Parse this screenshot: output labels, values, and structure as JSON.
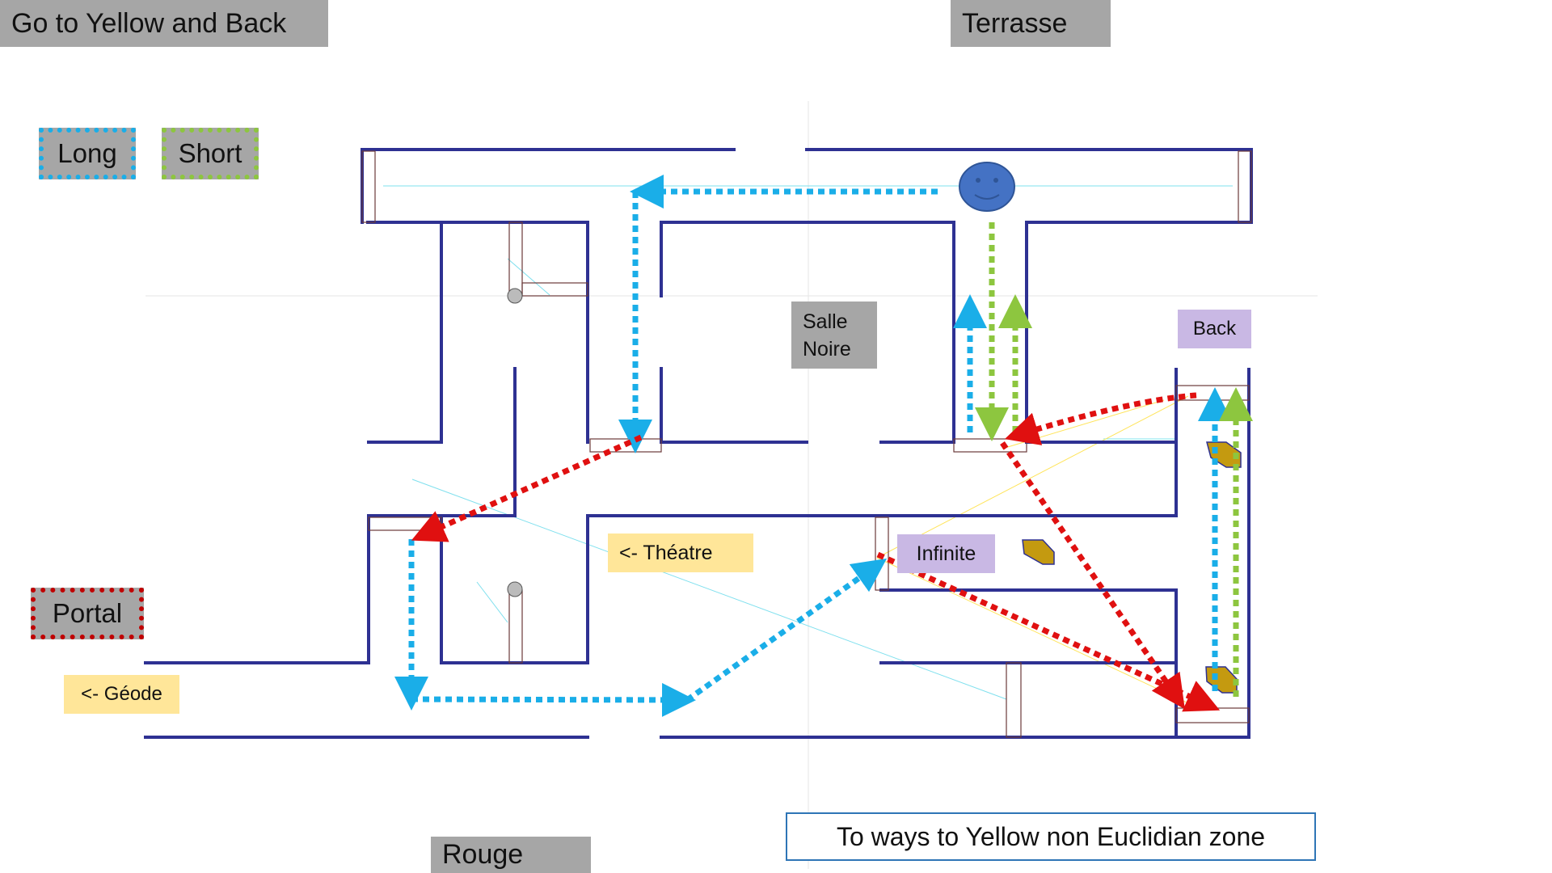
{
  "title": "Go to Yellow and Back",
  "zones": {
    "top": "Terrasse",
    "bottom": "Rouge"
  },
  "legend": {
    "long": "Long",
    "short": "Short",
    "portal": "Portal"
  },
  "rooms": {
    "salle_noire_1": "Salle",
    "salle_noire_2": "Noire",
    "back": "Back",
    "infinite": "Infinite",
    "theatre": "<- Théatre",
    "geode": "<- Géode"
  },
  "caption": "To ways to Yellow non Euclidian zone",
  "colors": {
    "long": "#1aaee8",
    "short": "#8dc63f",
    "portal": "#e01010",
    "wall": "#2e3192",
    "room_purple": "#c9b8e4",
    "room_yellow": "#ffe699",
    "tag_gray": "#a6a6a6",
    "face": "#4472c4",
    "artifact": "#c49a10"
  }
}
